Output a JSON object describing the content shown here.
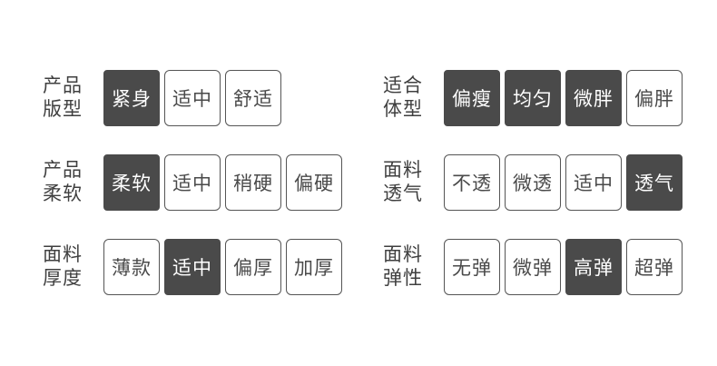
{
  "colors": {
    "page_bg": "#ffffff",
    "selected_bg": "#4a4a4a",
    "selected_text": "#ffffff",
    "chip_border": "#555555",
    "chip_text": "#4a4a4a",
    "label_text": "#3f3f3f"
  },
  "groups": [
    {
      "label_lines": [
        "产品",
        "版型"
      ],
      "options": [
        {
          "label": "紧身",
          "selected": true
        },
        {
          "label": "适中",
          "selected": false
        },
        {
          "label": "舒适",
          "selected": false
        }
      ]
    },
    {
      "label_lines": [
        "产品",
        "柔软"
      ],
      "options": [
        {
          "label": "柔软",
          "selected": true
        },
        {
          "label": "适中",
          "selected": false
        },
        {
          "label": "稍硬",
          "selected": false
        },
        {
          "label": "偏硬",
          "selected": false
        }
      ]
    },
    {
      "label_lines": [
        "面料",
        "厚度"
      ],
      "options": [
        {
          "label": "薄款",
          "selected": false
        },
        {
          "label": "适中",
          "selected": true
        },
        {
          "label": "偏厚",
          "selected": false
        },
        {
          "label": "加厚",
          "selected": false
        }
      ]
    },
    {
      "label_lines": [
        "适合",
        "体型"
      ],
      "options": [
        {
          "label": "偏瘦",
          "selected": true
        },
        {
          "label": "均匀",
          "selected": true
        },
        {
          "label": "微胖",
          "selected": true
        },
        {
          "label": "偏胖",
          "selected": false
        }
      ]
    },
    {
      "label_lines": [
        "面料",
        "透气"
      ],
      "options": [
        {
          "label": "不透",
          "selected": false
        },
        {
          "label": "微透",
          "selected": false
        },
        {
          "label": "适中",
          "selected": false
        },
        {
          "label": "透气",
          "selected": true
        }
      ]
    },
    {
      "label_lines": [
        "面料",
        "弹性"
      ],
      "options": [
        {
          "label": "无弹",
          "selected": false
        },
        {
          "label": "微弹",
          "selected": false
        },
        {
          "label": "高弹",
          "selected": true
        },
        {
          "label": "超弹",
          "selected": false
        }
      ]
    }
  ]
}
